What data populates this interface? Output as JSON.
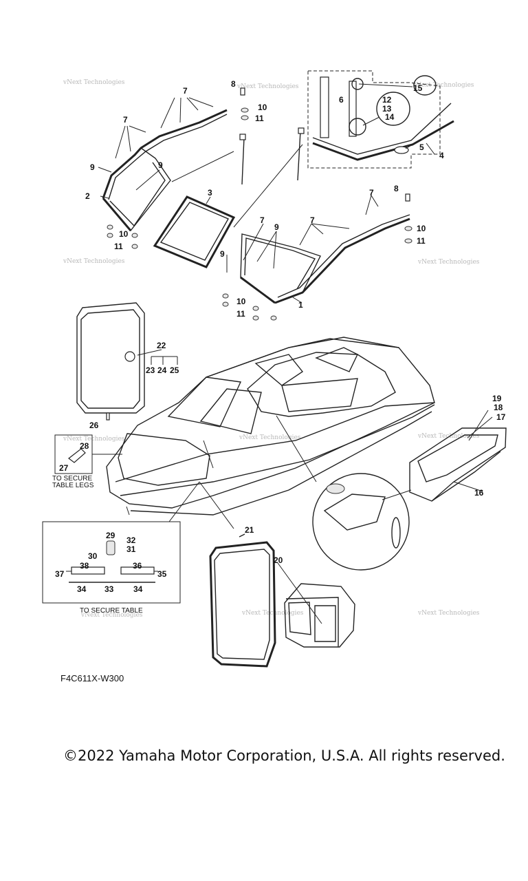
{
  "watermark": "vNext Technologies",
  "diagram_code": "F4C611X-W300",
  "copyright": "©2022 Yamaha Motor Corporation, U.S.A. All rights reserved.",
  "notes": {
    "secure_table_legs_line1": "TO SECURE",
    "secure_table_legs_line2": "TABLE LEGS",
    "secure_table": "TO SECURE TABLE"
  },
  "callouts": {
    "n1": "1",
    "n2": "2",
    "n3": "3",
    "n4": "4",
    "n5": "5",
    "n6": "6",
    "n7": "7",
    "n8": "8",
    "n9": "9",
    "n10": "10",
    "n11": "11",
    "n12": "12",
    "n13": "13",
    "n14": "14",
    "n15": "15",
    "n16": "16",
    "n17": "17",
    "n18": "18",
    "n19": "19",
    "n20": "20",
    "n21": "21",
    "n22": "22",
    "n23": "23",
    "n24": "24",
    "n25": "25",
    "n26": "26",
    "n27": "27",
    "n28": "28",
    "n29": "29",
    "n30": "30",
    "n31": "31",
    "n32": "32",
    "n33": "33",
    "n34": "34",
    "n35": "35",
    "n36": "36",
    "n37": "37",
    "n38": "38"
  }
}
